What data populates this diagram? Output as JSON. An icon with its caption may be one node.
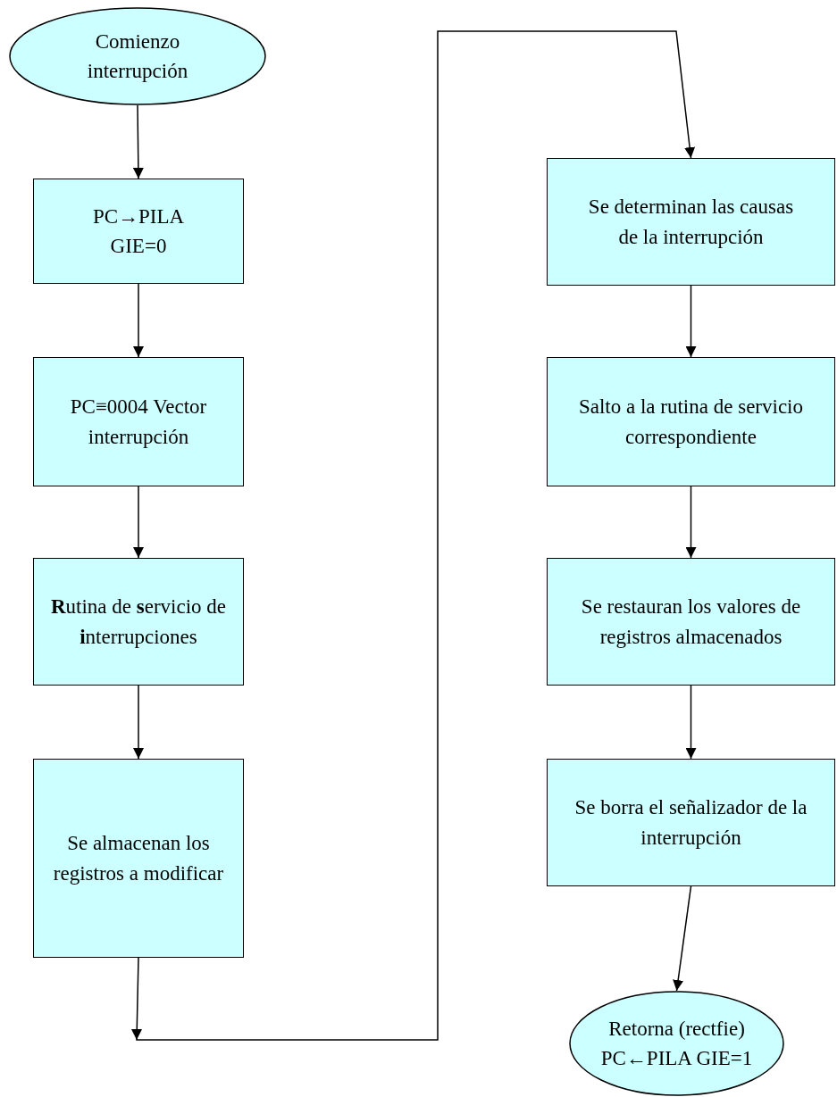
{
  "diagram": {
    "nodes": [
      {
        "text": [
          "Comienzo interrupción"
        ]
      },
      {
        "text": [
          "PC→PILA GIE=0"
        ]
      },
      {
        "text": [
          "PC≡0004 Vector interrupción"
        ]
      },
      {
        "text": [
          "**R**utina de **s**ervicio de **i**nterrupciones"
        ]
      },
      {
        "text": [
          "Se almacenan los registros a modificar"
        ]
      },
      {
        "text": [
          "Se determinan las causas de la interrupción"
        ]
      },
      {
        "text": [
          "Salto a la rutina de servicio correspondiente"
        ]
      },
      {
        "text": [
          "Se restauran los valores de registros almacenados"
        ]
      },
      {
        "text": [
          "Se borra el señalizador de la interrupción"
        ]
      },
      {
        "text": [
          "Retorna (rectfie) PC←PILA GIE=1"
        ]
      }
    ],
    "edges": [
      {
        "from": 0,
        "to": 1,
        "arrow": "to"
      },
      {
        "from": 1,
        "to": 2,
        "arrow": "to"
      },
      {
        "from": 2,
        "to": 3,
        "arrow": "to"
      },
      {
        "from": 3,
        "to": 4,
        "arrow": "to"
      },
      {
        "from": 4,
        "to": 5,
        "arrow": "to"
      },
      {
        "from": 5,
        "to": 6,
        "arrow": "to"
      },
      {
        "from": 6,
        "to": 7,
        "arrow": "to"
      },
      {
        "from": 7,
        "to": 8,
        "arrow": "to"
      },
      {
        "from": 8,
        "to": 9,
        "arrow": "to"
      }
    ]
  }
}
